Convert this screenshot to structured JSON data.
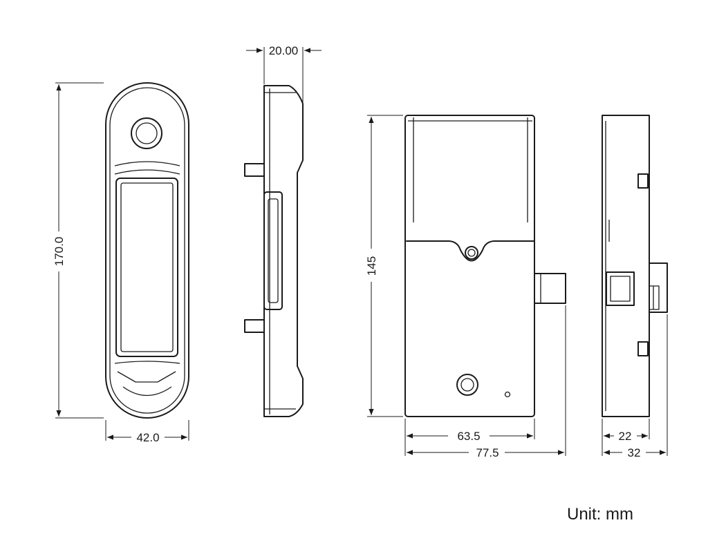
{
  "dimensions": {
    "front_height": "170.0",
    "front_width": "42.0",
    "side_depth": "20.00",
    "box_height": "145",
    "box_width_inner": "63.5",
    "box_width_outer": "77.5",
    "box_side_inner": "22",
    "box_side_outer": "32"
  },
  "unit_label": "Unit: mm"
}
